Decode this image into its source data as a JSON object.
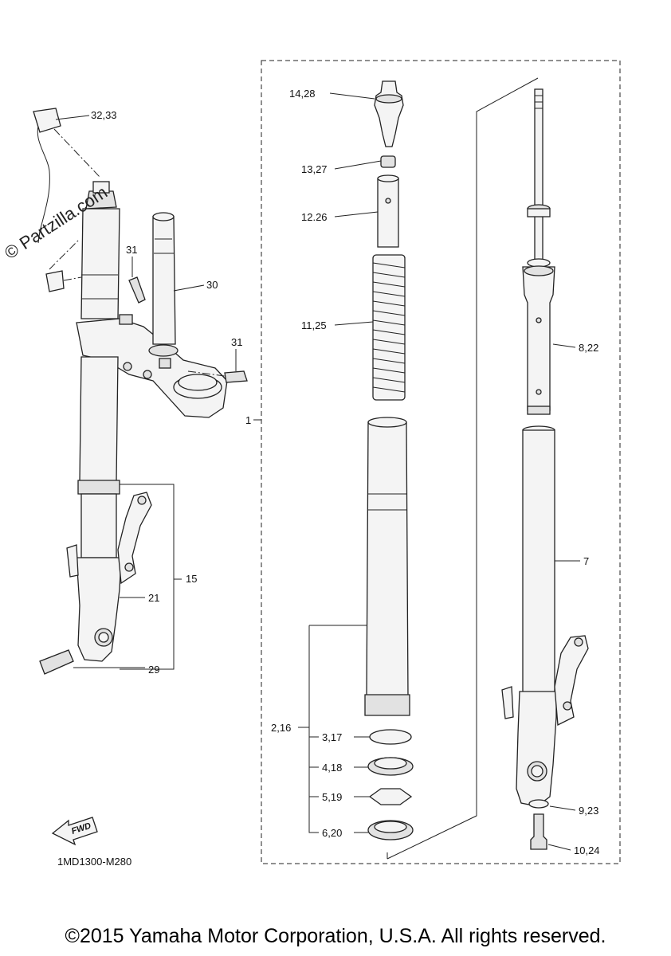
{
  "labels": {
    "p32_33": "32,33",
    "p31_top": "31",
    "p30": "30",
    "p31_side": "31",
    "p1": "1",
    "p15": "15",
    "p21": "21",
    "p29": "29",
    "p14_28": "14,28",
    "p13_27": "13,27",
    "p12_26": "12.26",
    "p11_25": "11,25",
    "p2_16": "2,16",
    "p3_17": "3,17",
    "p4_18": "4,18",
    "p5_19": "5,19",
    "p6_20": "6,20",
    "p8_22": "8,22",
    "p7": "7",
    "p9_23": "9,23",
    "p10_24": "10,24"
  },
  "fwd_label": "FWD",
  "diagram_code": "1MD1300-M280",
  "watermark": "© Partzilla.com",
  "copyright": "©2015 Yamaha Motor Corporation, U.S.A. All rights reserved."
}
